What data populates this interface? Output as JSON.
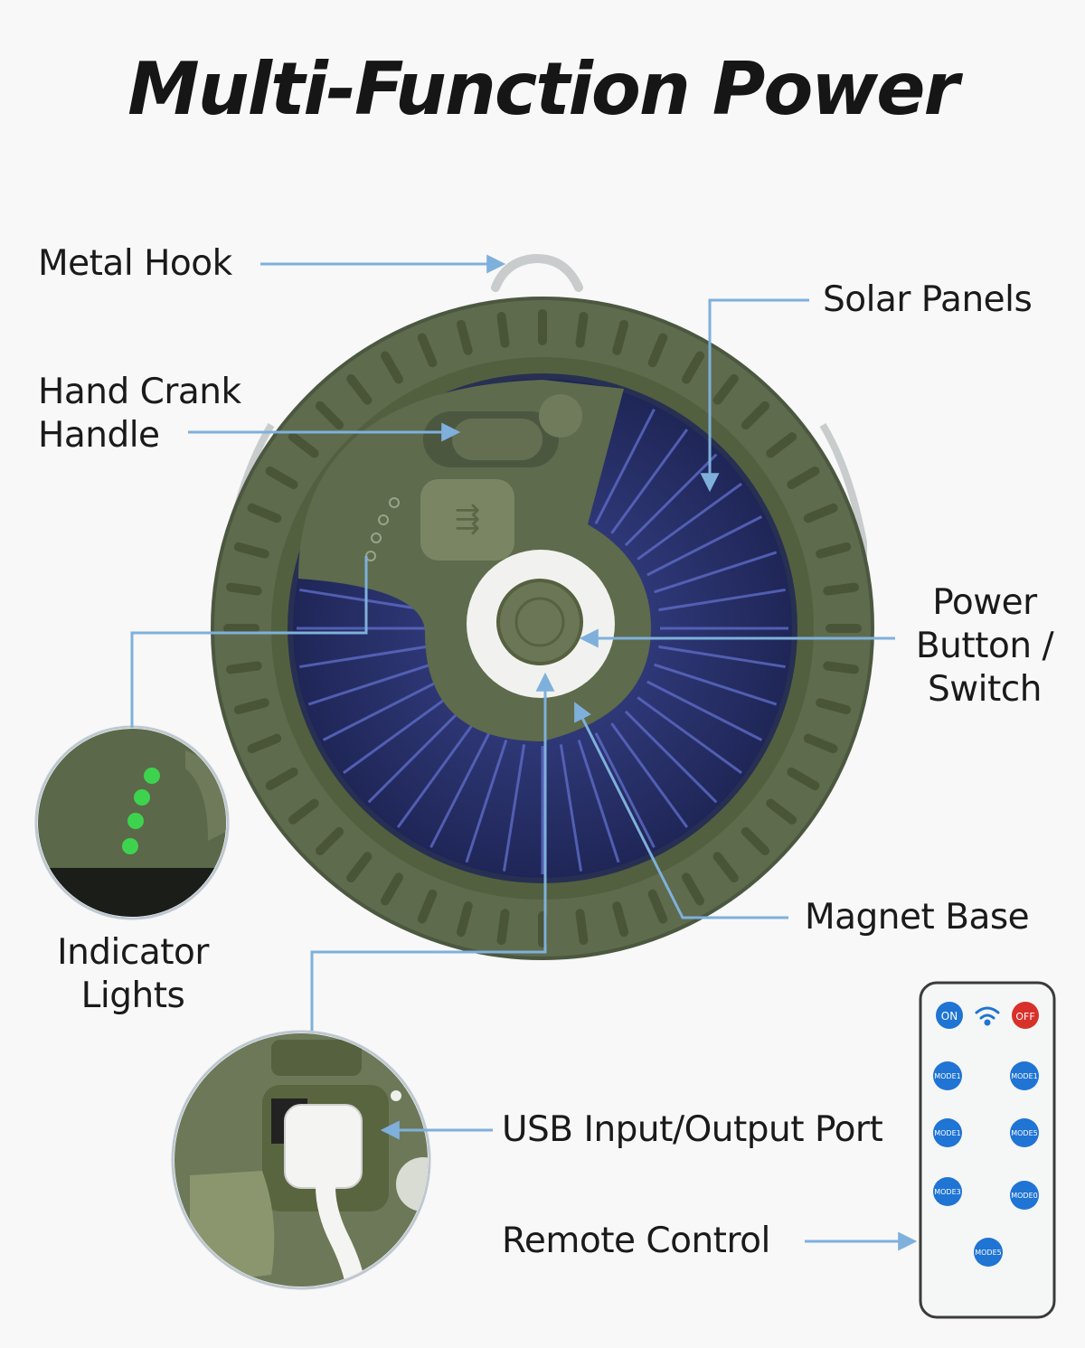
{
  "title": "Multi-Function Power",
  "callouts": {
    "metal_hook": "Metal Hook",
    "solar_panels": "Solar Panels",
    "hand_crank_line1": "Hand Crank",
    "hand_crank_line2": "Handle",
    "power_line1": "Power",
    "power_line2": "Button /",
    "power_line3": "Switch",
    "magnet_base": "Magnet Base",
    "indicator_line1": "Indicator",
    "indicator_line2": "Lights",
    "usb_port": "USB Input/Output Port",
    "remote_control": "Remote Control"
  },
  "remote": {
    "on_label": "ON",
    "off_label": "OFF",
    "buttons": [
      "MODE1",
      "MODE1",
      "MODE1",
      "MODE5",
      "MODE3",
      "MODE0",
      "MODE5"
    ]
  },
  "colors": {
    "lantern_green": "#5e6b4c",
    "lantern_dark": "#47533a",
    "solar_blue": "#2c3470",
    "arrow_blue": "#7fb0dc",
    "remote_button_blue": "#1f74d4",
    "remote_off_red": "#d8302a",
    "led_green": "#3ed34e"
  }
}
